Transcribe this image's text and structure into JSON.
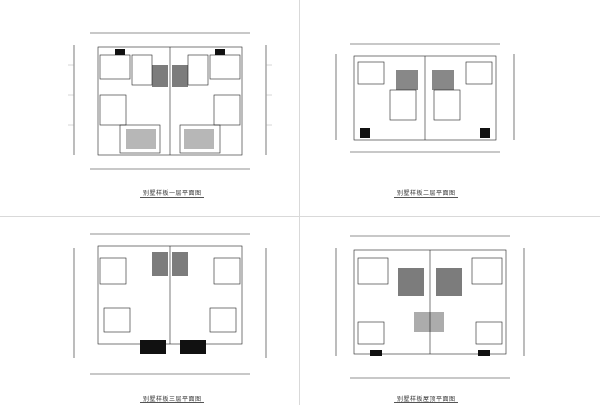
{
  "sheets": [
    {
      "id": "plan-ground",
      "title": "别墅样板一层平面图"
    },
    {
      "id": "plan-second",
      "title": "别墅样板二层平面图"
    },
    {
      "id": "plan-third",
      "title": "别墅样板三层平面图"
    },
    {
      "id": "plan-roof",
      "title": "别墅样板屋顶平面图"
    }
  ],
  "colors": {
    "line": "#222222",
    "grid": "#999999",
    "fill": "#111111",
    "paper": "#ffffff"
  }
}
